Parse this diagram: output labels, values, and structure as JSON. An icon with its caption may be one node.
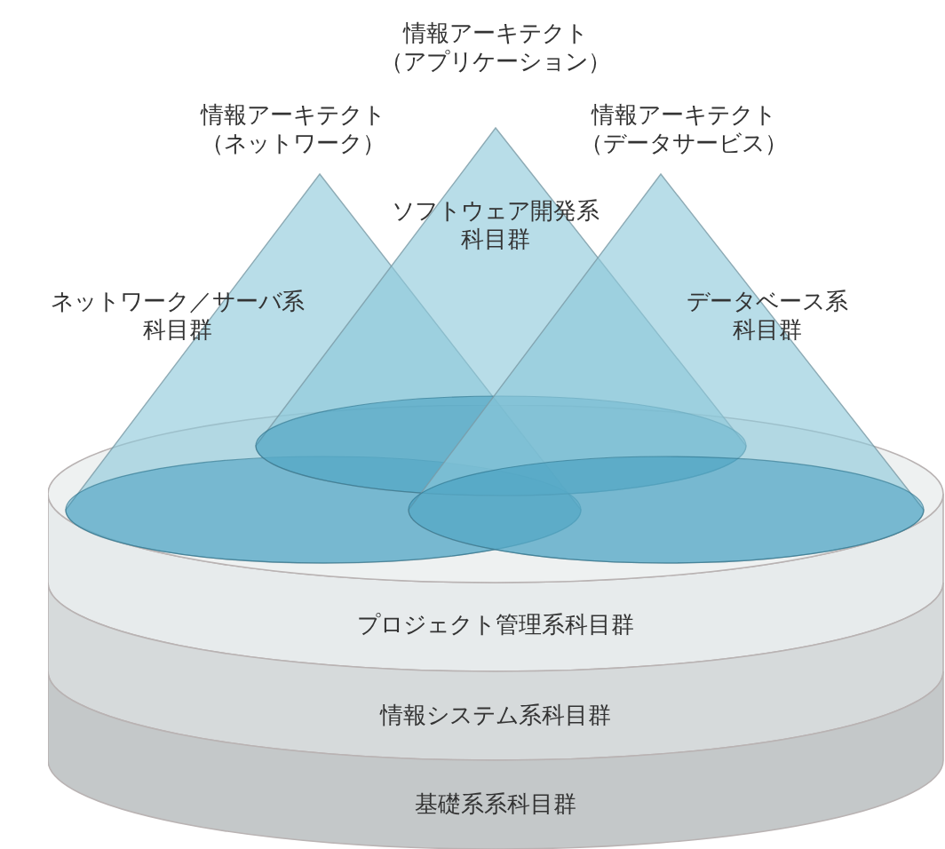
{
  "diagram": {
    "nodes": [
      {
        "text": [
          "情報アーキテクト（ネットワーク）",
          "ネットワーク／サーバ系科目群"
        ]
      },
      {
        "text": [
          "情報アーキテクト（アプリケーション）",
          "ソフトウェア開発系科目群"
        ]
      },
      {
        "text": [
          "情報アーキテクト（データサービス）",
          "データベース系科目群"
        ]
      },
      {
        "text": [
          "プロジェクト管理系科目群"
        ]
      },
      {
        "text": [
          "情報システム系科目群"
        ]
      },
      {
        "text": [
          "基礎系系科目群"
        ]
      }
    ]
  }
}
